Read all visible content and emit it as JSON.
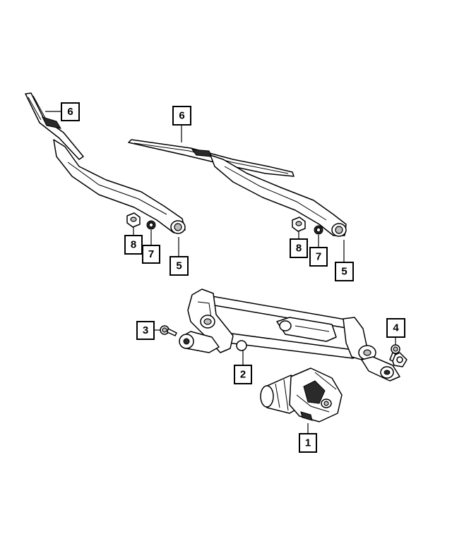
{
  "callouts": [
    {
      "id": "c-6-left",
      "label": "6"
    },
    {
      "id": "c-6-right",
      "label": "6"
    },
    {
      "id": "c-8-left",
      "label": "8"
    },
    {
      "id": "c-7-left",
      "label": "7"
    },
    {
      "id": "c-5-left",
      "label": "5"
    },
    {
      "id": "c-8-right",
      "label": "8"
    },
    {
      "id": "c-7-right",
      "label": "7"
    },
    {
      "id": "c-5-right",
      "label": "5"
    },
    {
      "id": "c-3",
      "label": "3"
    },
    {
      "id": "c-4",
      "label": "4"
    },
    {
      "id": "c-2",
      "label": "2"
    },
    {
      "id": "c-1",
      "label": "1"
    }
  ],
  "colors": {
    "line": "#000000",
    "background": "#ffffff",
    "shade": "#bdbdbd",
    "dark": "#2a2a2a"
  }
}
